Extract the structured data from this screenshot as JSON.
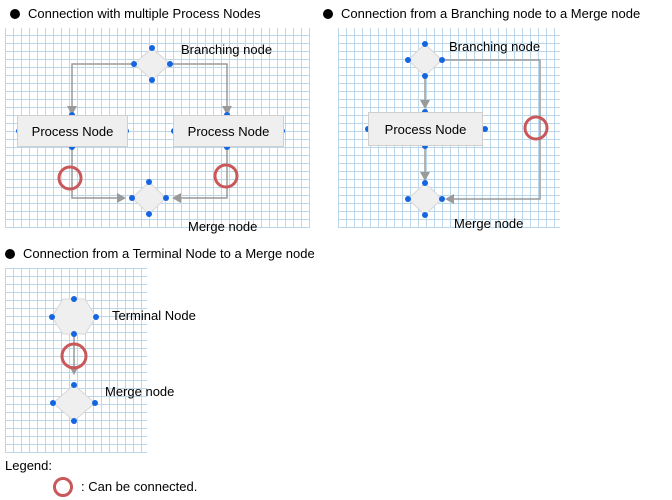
{
  "sections": {
    "multi": {
      "heading": "Connection with multiple Process Nodes",
      "branching_label": "Branching node",
      "process_left": "Process Node",
      "process_right": "Process Node",
      "merge_label": "Merge node"
    },
    "branch_to_merge": {
      "heading": "Connection from a Branching node to a Merge node",
      "branching_label": "Branching node",
      "process": "Process Node",
      "merge_label": "Merge node"
    },
    "terminal_to_merge": {
      "heading": "Connection from a Terminal Node to a Merge node",
      "terminal_label": "Terminal Node",
      "merge_label": "Merge node"
    }
  },
  "legend": {
    "title": "Legend:",
    "connectable_text": ": Can be connected."
  },
  "colors": {
    "grid": "#bcd7ea",
    "node_fill": "#efefef",
    "port": "#1565e0",
    "connector": "#9a9a9a",
    "ring": "#c9585a"
  }
}
